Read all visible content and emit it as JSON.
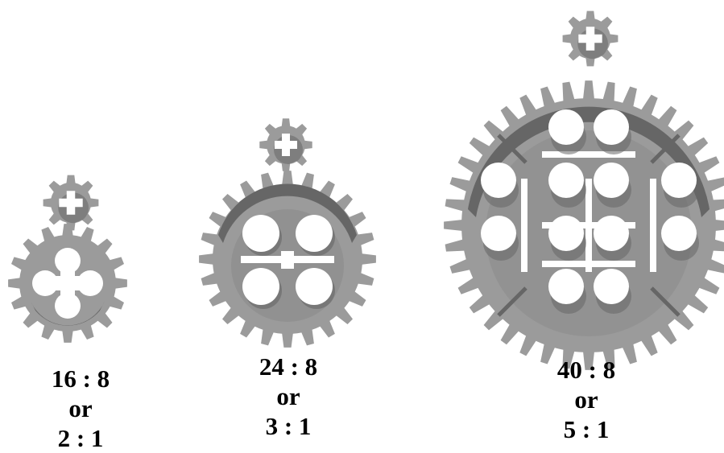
{
  "colors": {
    "gear_face": "#9b9b9b",
    "gear_shadow": "#666666",
    "holes": "#ffffff",
    "text": "#000000"
  },
  "gear_sets": [
    {
      "large_gear": {
        "teeth": 16,
        "icon": "gear-icon"
      },
      "small_gear": {
        "teeth": 8,
        "icon": "gear-icon"
      },
      "ratio_line": "16 : 8",
      "or_line": "or",
      "simplified_line": "2 : 1"
    },
    {
      "large_gear": {
        "teeth": 24,
        "icon": "gear-icon"
      },
      "small_gear": {
        "teeth": 8,
        "icon": "gear-icon"
      },
      "ratio_line": "24 : 8",
      "or_line": "or",
      "simplified_line": "3 : 1"
    },
    {
      "large_gear": {
        "teeth": 40,
        "icon": "gear-icon"
      },
      "small_gear": {
        "teeth": 8,
        "icon": "gear-icon"
      },
      "ratio_line": "40 : 8",
      "or_line": "or",
      "simplified_line": "5 : 1"
    }
  ]
}
